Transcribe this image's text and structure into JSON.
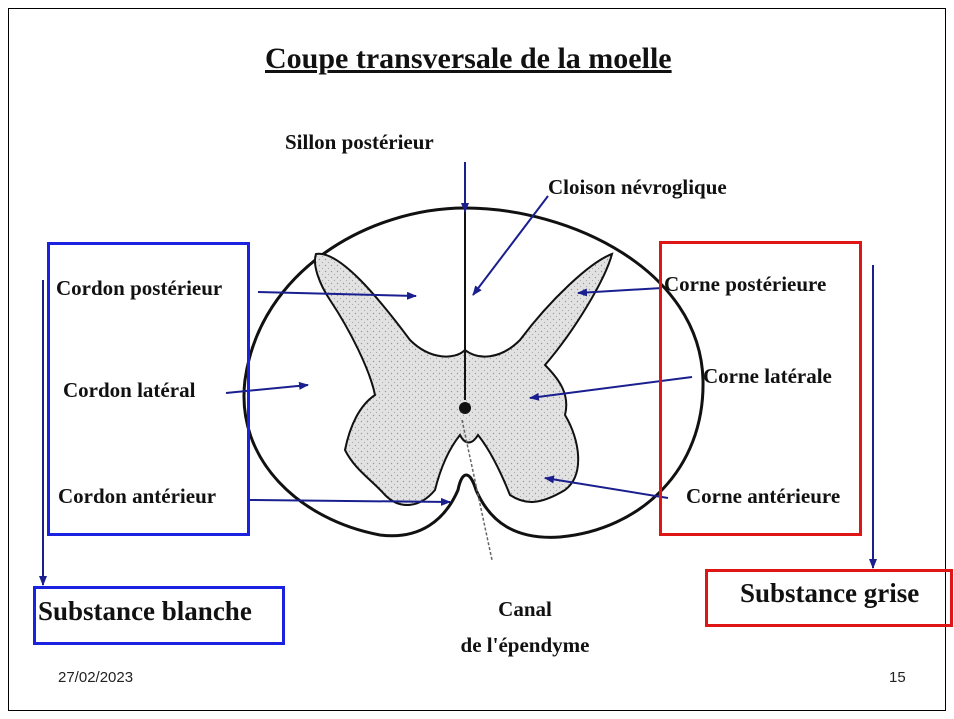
{
  "title": "Coupe transversale de la moelle",
  "labels": {
    "sillon_posterieur": "Sillon postérieur",
    "cloison_nevroglique": "Cloison névroglique",
    "cordon_posterieur": "Cordon postérieur",
    "cordon_lateral": "Cordon latéral",
    "cordon_anterieur": "Cordon antérieur",
    "corne_posterieure": "Corne postérieure",
    "corne_laterale": "Corne latérale",
    "corne_anterieure": "Corne antérieure",
    "canal_line1": "Canal",
    "canal_line2": "de l'épendyme",
    "substance_blanche": "Substance blanche",
    "substance_grise": "Substance grise"
  },
  "footer": {
    "date": "27/02/2023",
    "page": "15"
  },
  "colors": {
    "arrow": "#1a1f8f",
    "white_matter_box": "#1a22e0",
    "grey_matter_box": "#e01515",
    "grey_matter_fill": "#dcdcdc"
  }
}
